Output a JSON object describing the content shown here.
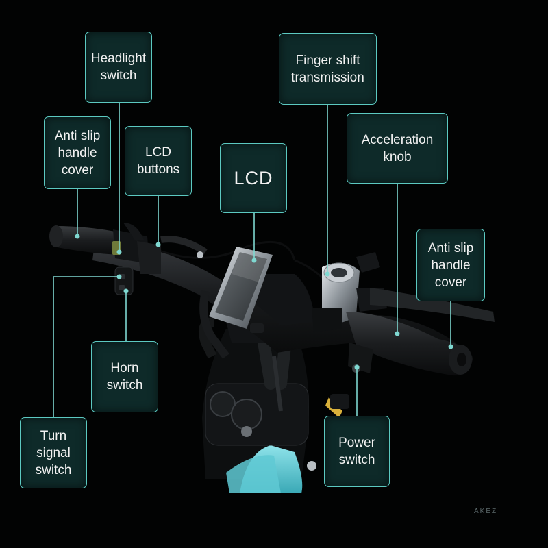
{
  "labels": {
    "headlight_switch": "Headlight\nswitch",
    "anti_slip_left": "Anti slip\nhandle\ncover",
    "lcd_buttons": "LCD\nbuttons",
    "lcd": "LCD",
    "finger_shift": "Finger shift\ntransmission",
    "acceleration_knob": "Acceleration\nknob",
    "anti_slip_right": "Anti slip\nhandle\ncover",
    "horn_switch": "Horn\nswitch",
    "turn_signal_switch": "Turn\nsignal\nswitch",
    "power_switch": "Power\nswitch"
  },
  "brand": "AKEZ",
  "colors": {
    "background": "#000000",
    "label_fill": "#0e2a29",
    "label_border": "#5cc9c1",
    "leader_line": "#7fd8d1",
    "frame_accent": "#5fc9d3"
  }
}
